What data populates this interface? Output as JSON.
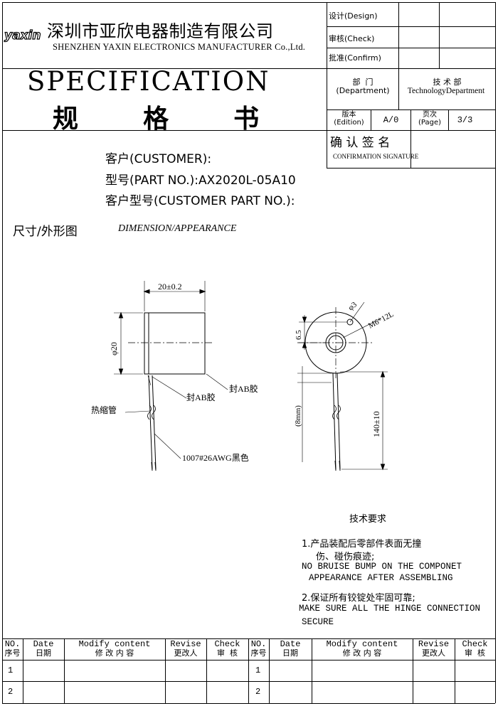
{
  "header": {
    "logo_text": "yaxin",
    "company_cn": "深圳市亚欣电器制造有限公司",
    "company_en": "SHENZHEN YAXIN ELECTRONICS MANUFACTURER Co.,Ltd.",
    "title_en": "SPECIFICATION",
    "title_cn": "规  格  书"
  },
  "approval": {
    "design": "设计(Design)",
    "check": "审核(Check)",
    "approve": "批准(Confirm)"
  },
  "department": {
    "label_cn": "部  门",
    "label_en": "(Department)",
    "value_cn": "技 术 部",
    "value_en": "TechnologyDepartment"
  },
  "edition": {
    "label_cn": "版本",
    "label_en": "(Edition)",
    "value": "A/0",
    "page_label_cn": "页次",
    "page_label_en": "(Page)",
    "page_value": "3/3"
  },
  "confirmation": {
    "label_cn": "确 认 签 名",
    "label_en": "CONFIRMATION SIGNATURE"
  },
  "customer": {
    "customer_label": "客户(CUSTOMER):",
    "part_label": "型号(PART NO.):AX2020L-05A10",
    "customer_part_label": "客户型号(CUSTOMER PART NO.):"
  },
  "section": {
    "title_cn": "尺寸/外形图",
    "title_en": "DIMENSION/APPEARANCE"
  },
  "drawing": {
    "width_dim": "20±0.2",
    "dia_dim": "φ20",
    "ab_glue_1": "封AB胶",
    "ab_glue_2": "封AB胶",
    "shrink_tube": "热缩管",
    "wire": "1007#26AWG黑色",
    "hole_dim": "φ3",
    "thread_dim": "M6*12L",
    "offset_dim": "6.5",
    "strip_dim": "(8mm)",
    "length_dim": "140±10"
  },
  "requirements": {
    "title": "技术要求",
    "item1_cn_a": "1.产品装配后零部件表面无撞",
    "item1_cn_b": "伤、碰伤痕迹;",
    "item1_en_a": "NO BRUISE BUMP ON THE COMPONET",
    "item1_en_b": "APPEARANCE AFTER ASSEMBLING",
    "item2_cn": "2.保证所有铰锭处牢固可靠;",
    "item2_en_a": "MAKE SURE ALL THE HINGE CONNECTION",
    "item2_en_b": "SECURE"
  },
  "revision_table": {
    "headers": [
      {
        "en": "NO.",
        "cn": "序号"
      },
      {
        "en": "Date",
        "cn": "日期"
      },
      {
        "en": "Modify content",
        "cn": "修 改 内 容"
      },
      {
        "en": "Revise",
        "cn": "更改人"
      },
      {
        "en": "Check",
        "cn": "审  核"
      }
    ],
    "rows_left": [
      "1",
      "2"
    ],
    "rows_right": [
      "1",
      "2"
    ]
  }
}
